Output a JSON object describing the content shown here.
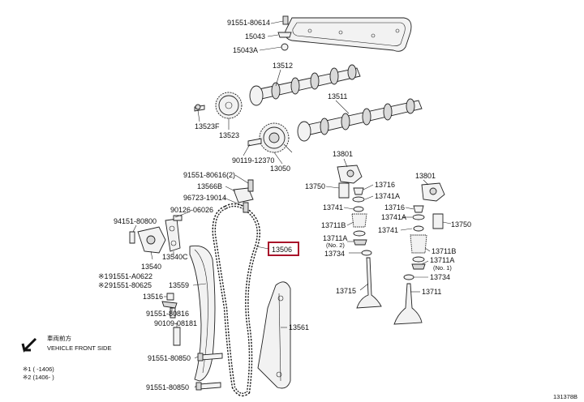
{
  "parts": {
    "p1": "91551-80614",
    "p2": "15043",
    "p3": "15043A",
    "p4": "13512",
    "p5": "13511",
    "p6": "13523F",
    "p7": "13523",
    "p8": "90119-12370",
    "p9": "13050",
    "p10": "91551-80616(2)",
    "p11": "13566B",
    "p12": "96723-19014",
    "p13": "90126-06026",
    "p14": "94151-80800",
    "p15": "13540",
    "p16": "13540C",
    "p17": "91551-A0622",
    "p18": "91551-80625",
    "p19": "13559",
    "p20": "13516",
    "p21": "91551-80816",
    "p22": "90109-08181",
    "p23": "91551-80850",
    "p24": "91551-80850",
    "p25": "13506",
    "p26": "13561",
    "p27": "13801",
    "p28": "13750",
    "p29": "13716",
    "p30": "13741A",
    "p31": "13741",
    "p32": "13711B",
    "p33": "13711A",
    "p34": "(No. 2)",
    "p35": "13734",
    "p36": "13715",
    "p37": "13801",
    "p38": "13716",
    "p39": "13741A",
    "p40": "13750",
    "p41": "13741",
    "p42": "13711B",
    "p43": "13711A",
    "p44": "(No. 1)",
    "p45": "13734",
    "p46": "13711"
  },
  "marks": {
    "m1": "※1",
    "m2": "※2"
  },
  "legend": {
    "jp": "車両前方",
    "en": "VEHICLE FRONT SIDE",
    "note1": "※1 (    -1406)",
    "note2": "※2 (1406-    )"
  },
  "diagram_code": "131378B",
  "highlight_color": "#a8132a"
}
